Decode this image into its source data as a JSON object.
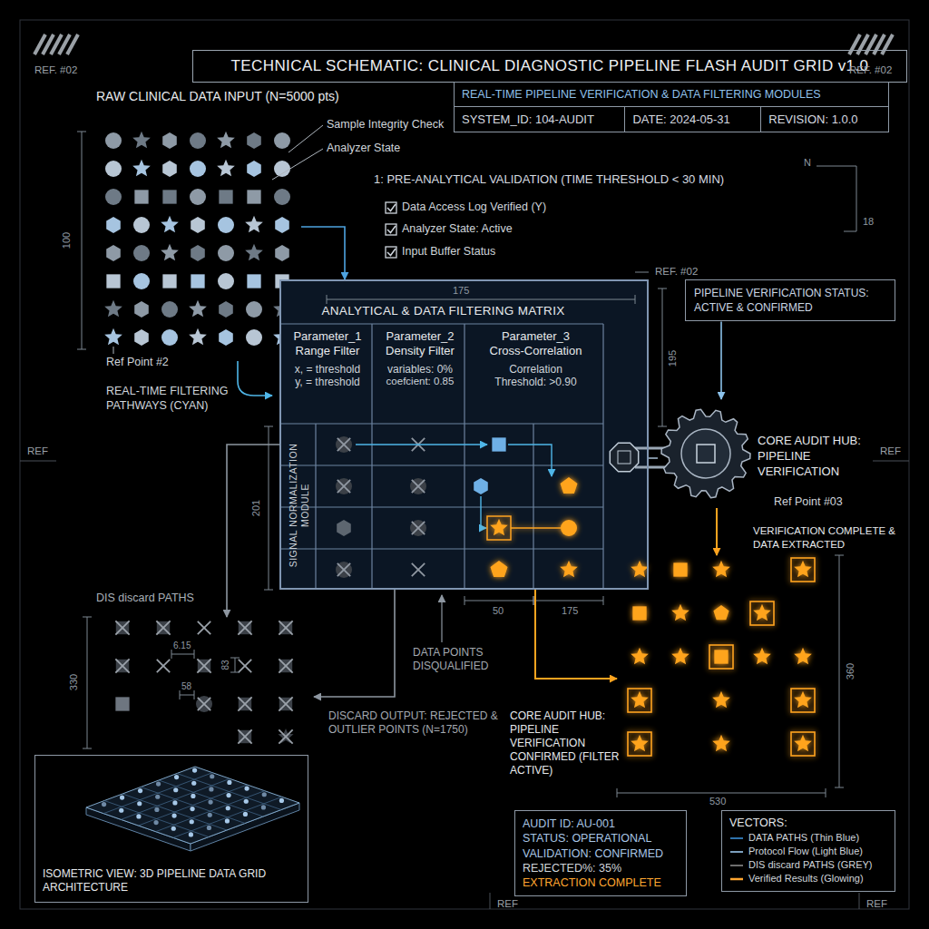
{
  "diagram": {
    "title": "TECHNICAL SCHEMATIC: CLINICAL DIAGNOSTIC PIPELINE FLASH AUDIT GRID v1.0",
    "nodes": [
      {
        "text": [
          "REAL-TIME PIPELINE VERIFICATION & DATA FILTERING MODULES",
          "SYSTEM_ID: 104-AUDIT",
          "DATE: 2024-05-31",
          "REVISION: 1.0.0"
        ]
      },
      {
        "text": [
          "RAW CLINICAL DATA INPUT (N=5000 pts)"
        ]
      },
      {
        "text": [
          "ANALYTICAL & DATA FILTERING MATRIX"
        ]
      },
      {
        "text": [
          "Parameter_1 Range Filter",
          "x, = threshold",
          "y, = threshold"
        ],
        "in": 2
      },
      {
        "text": [
          "Parameter_2 Density Filter",
          "variables: 0%",
          "coefcient: 0.85"
        ],
        "in": 2
      },
      {
        "text": [
          "Parameter_3 Cross-Correlation",
          "Correlation Threshold: >0.90"
        ],
        "in": 2
      },
      {
        "text": [
          "SIGNAL NORMALIZATION MODULE"
        ],
        "in": 2
      },
      {
        "text": [
          "PIPELINE VERIFICATION STATUS: ACTIVE & CONFIRMED"
        ]
      },
      {
        "text": [
          "CORE AUDIT HUB: PIPELINE VERIFICATION"
        ]
      },
      {
        "text": [
          "VERIFICATION COMPLETE & DATA EXTRACTED"
        ]
      },
      {
        "text": [
          "DIS discard PATHS"
        ]
      },
      {
        "text": [
          "ISOMETRIC VIEW: 3D PIPELINE DATA GRID ARCHITECTURE"
        ]
      },
      {
        "text": [
          "AUDIT ID: AU-001",
          "STATUS: OPERATIONAL",
          "VALIDATION: CONFIRMED",
          "REJECTED%: 35%",
          "EXTRACTION COMPLETE"
        ]
      },
      {
        "text": [
          "VECTORS:"
        ]
      }
    ],
    "edges": [
      {
        "from": 1,
        "to": 2,
        "arrow": "to"
      },
      {
        "from": 2,
        "to": 10,
        "arrow": "to"
      },
      {
        "from": 2,
        "to": 10,
        "arrow": "to"
      },
      {
        "from": 2,
        "to": 9,
        "arrow": "to"
      },
      {
        "from": 2,
        "to": 8,
        "arrow": "none"
      },
      {
        "from": 7,
        "to": 8,
        "arrow": "to"
      },
      {
        "from": 8,
        "to": 9,
        "arrow": "to"
      }
    ],
    "labels": [
      "Sample Integrity Check",
      "Analyzer State",
      "1: PRE-ANALYTICAL VALIDATION (TIME THRESHOLD < 30 MIN)",
      "Data Access Log Verified (Y)",
      "Analyzer State: Active",
      "Input Buffer Status",
      "REF. #02",
      "REF. #02",
      "REF. #02",
      "Ref Point #2",
      "REAL-TIME FILTERING PATHWAYS (CYAN)",
      "REF",
      "REF",
      "REF",
      "REF",
      "100",
      "175",
      "195",
      "201",
      "50",
      "175",
      "330",
      "6.15",
      "83",
      "58",
      "360",
      "530",
      "N",
      "18",
      "DATA POINTS DISQUALIFIED",
      "DISCARD OUTPUT: REJECTED & OUTLIER POINTS (N=1750)",
      "CORE AUDIT HUB: PIPELINE VERIFICATION CONFIRMED (FILTER ACTIVE)",
      "Ref Point #03"
    ],
    "legend": [
      {
        "text": "DATA PATHS (Thin Blue)"
      },
      {
        "text": "Protocol Flow (Light Blue)"
      },
      {
        "text": "DIS discard PATHS (GREY)"
      },
      {
        "text": "Verified Results (Glowing)"
      }
    ]
  }
}
